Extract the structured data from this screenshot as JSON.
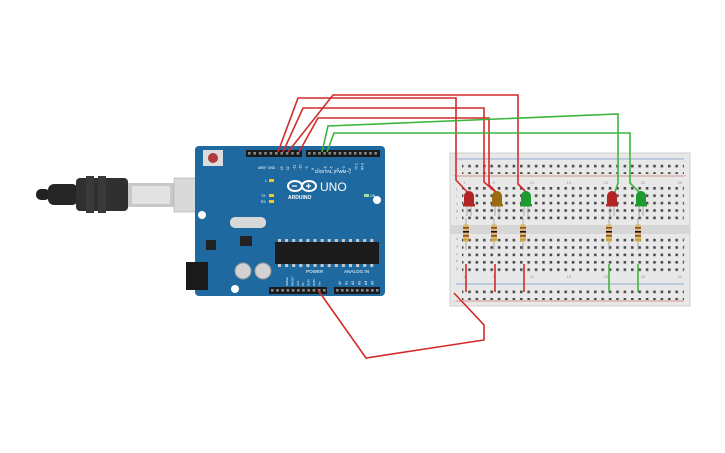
{
  "board": {
    "logo_text": "UNO",
    "brand_text": "ARDUINO",
    "digital_header": "DIGITAL (PWM~)",
    "power_header": "POWER",
    "analog_header": "ANALOG IN",
    "on_label": "ON",
    "l_label": "L",
    "tx_label": "TX",
    "rx_label": "RX",
    "aref_label": "AREF",
    "gnd_label": "GND",
    "top_pin_labels": [
      "13",
      "12",
      "~11",
      "~10",
      "~9",
      "8",
      "7",
      "~6",
      "~5",
      "4",
      "~3",
      "2",
      "TX 1",
      "RX 0"
    ],
    "power_pin_labels": [
      "IOREF",
      "RESET",
      "3V3",
      "5V",
      "GND",
      "GND",
      "Vin"
    ],
    "analog_pin_labels": [
      "A0",
      "A1",
      "A2",
      "A3",
      "A4",
      "A5"
    ],
    "color": "#1e6aa0"
  },
  "breadboard": {
    "plus_label": "+",
    "minus_label": "-",
    "row_letters_top": [
      "j",
      "i",
      "h",
      "g",
      "f"
    ],
    "row_letters_bottom": [
      "e",
      "d",
      "c",
      "b",
      "a"
    ],
    "column_numbers": [
      "1",
      "5",
      "10",
      "15",
      "20",
      "25",
      "30"
    ]
  },
  "leds": [
    {
      "name": "led-1",
      "color": "#b32525"
    },
    {
      "name": "led-2",
      "color": "#9a6b12"
    },
    {
      "name": "led-3",
      "color": "#1e9a2e"
    },
    {
      "name": "led-4",
      "color": "#b32525"
    },
    {
      "name": "led-5",
      "color": "#1e9a2e"
    }
  ],
  "colors": {
    "red_wire": "#d42a2a",
    "green_wire": "#3cb53c",
    "usb_cable": "#2b2b2b"
  }
}
